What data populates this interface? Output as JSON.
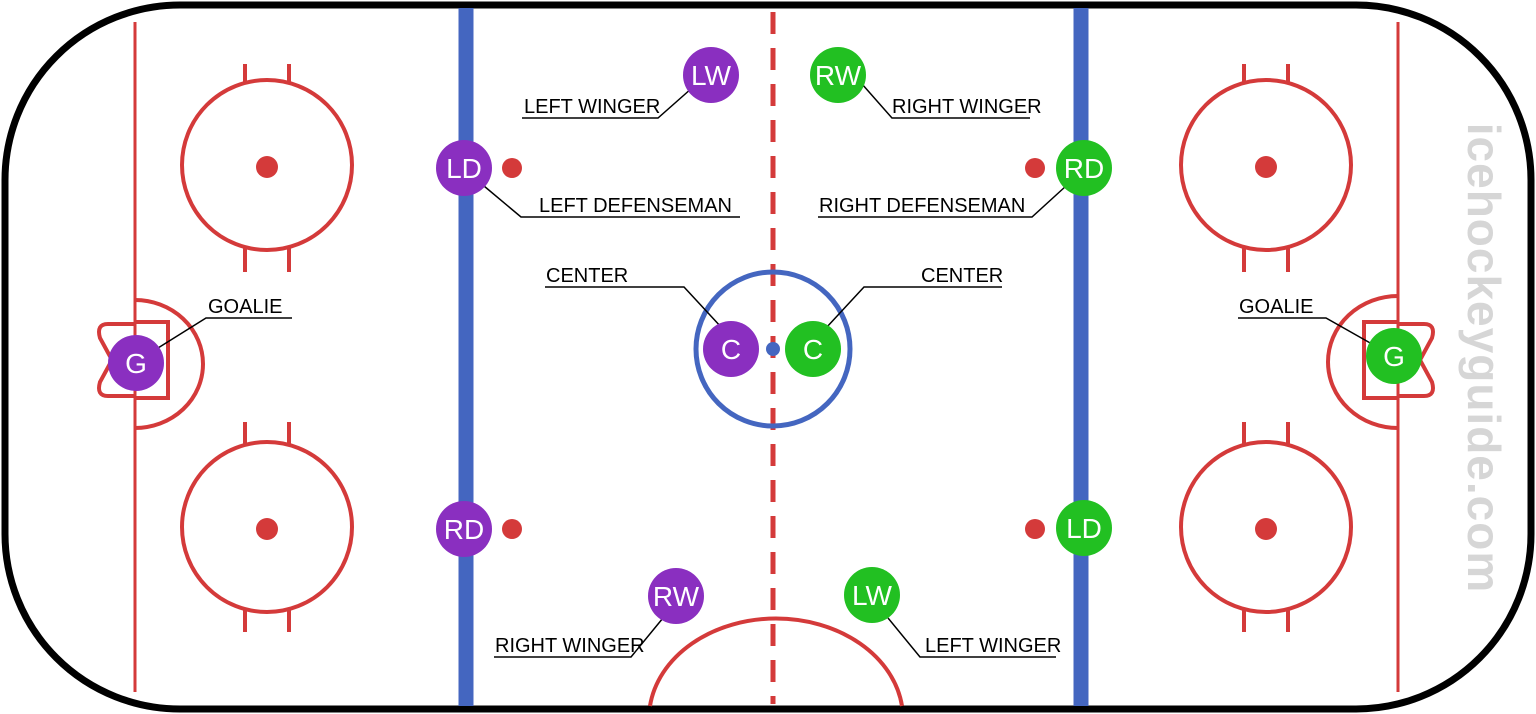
{
  "watermark": "icehockeyguide.com",
  "colors": {
    "red_line": "#d43a3a",
    "blue_line": "#4466c0",
    "board": "#000000",
    "team_purple": "#8a2fc0",
    "team_green": "#22c022",
    "watermark": "#d6d6d6"
  },
  "players": {
    "purple_lw": "LW",
    "purple_ld": "LD",
    "purple_c": "C",
    "purple_g": "G",
    "purple_rd": "RD",
    "purple_rw": "RW",
    "green_rw": "RW",
    "green_rd": "RD",
    "green_c": "C",
    "green_g": "G",
    "green_ld": "LD",
    "green_lw": "LW"
  },
  "labels": {
    "left_winger_top": "LEFT WINGER",
    "right_winger_top": "RIGHT WINGER",
    "left_defenseman": "LEFT DEFENSEMAN",
    "right_defenseman": "RIGHT DEFENSEMAN",
    "center_left": "CENTER",
    "center_right": "CENTER",
    "goalie_left": "GOALIE",
    "goalie_right": "GOALIE",
    "right_winger_bottom": "RIGHT WINGER",
    "left_winger_bottom": "LEFT WINGER"
  }
}
